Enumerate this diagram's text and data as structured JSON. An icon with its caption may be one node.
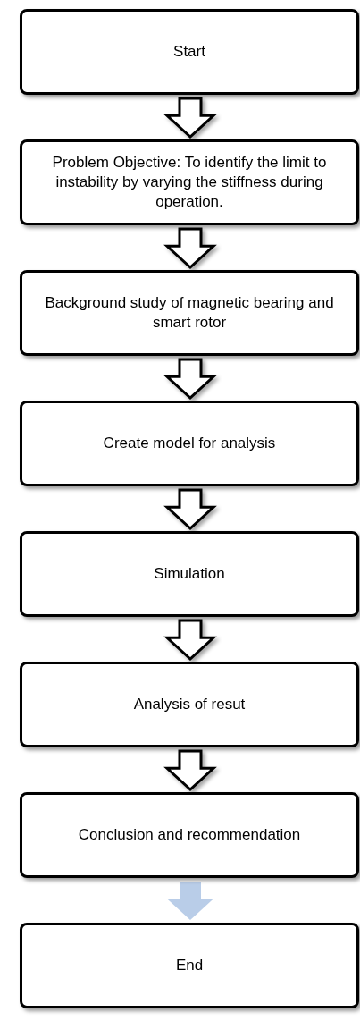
{
  "diagram": {
    "nodes": [
      {
        "text": [
          "Start"
        ]
      },
      {
        "text": [
          "Problem Objective: To identify the limit to instability by varying the stiffness during operation."
        ]
      },
      {
        "text": [
          "Background study of magnetic bearing and smart rotor"
        ]
      },
      {
        "text": [
          "Create model for analysis"
        ]
      },
      {
        "text": [
          "Simulation"
        ]
      },
      {
        "text": [
          "Analysis of resut"
        ]
      },
      {
        "text": [
          "Conclusion and recommendation"
        ]
      },
      {
        "text": [
          "End"
        ]
      }
    ],
    "edges": [
      {
        "from": 0,
        "to": 1,
        "arrow": "to"
      },
      {
        "from": 1,
        "to": 2,
        "arrow": "to"
      },
      {
        "from": 2,
        "to": 3,
        "arrow": "to"
      },
      {
        "from": 3,
        "to": 4,
        "arrow": "to"
      },
      {
        "from": 4,
        "to": 5,
        "arrow": "to"
      },
      {
        "from": 5,
        "to": 6,
        "arrow": "to"
      },
      {
        "from": 6,
        "to": 7,
        "arrow": "to",
        "color": "#b9cde8"
      }
    ]
  }
}
